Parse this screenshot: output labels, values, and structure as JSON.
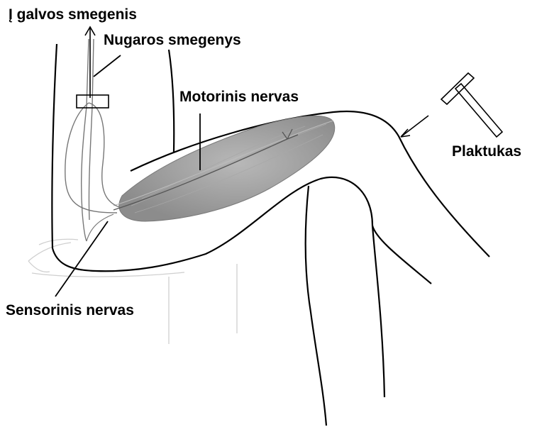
{
  "labels": {
    "to_brain": "Į galvos smegenis",
    "spinal_cord": "Nugaros smegenys",
    "motor_nerve": "Motorinis nervas",
    "hammer": "Plaktukas",
    "sensory_nerve": "Sensorinis nervas"
  },
  "colors": {
    "ink": "#000000",
    "muscle": "#9a9a9a",
    "faint": "#c8c8c8"
  }
}
